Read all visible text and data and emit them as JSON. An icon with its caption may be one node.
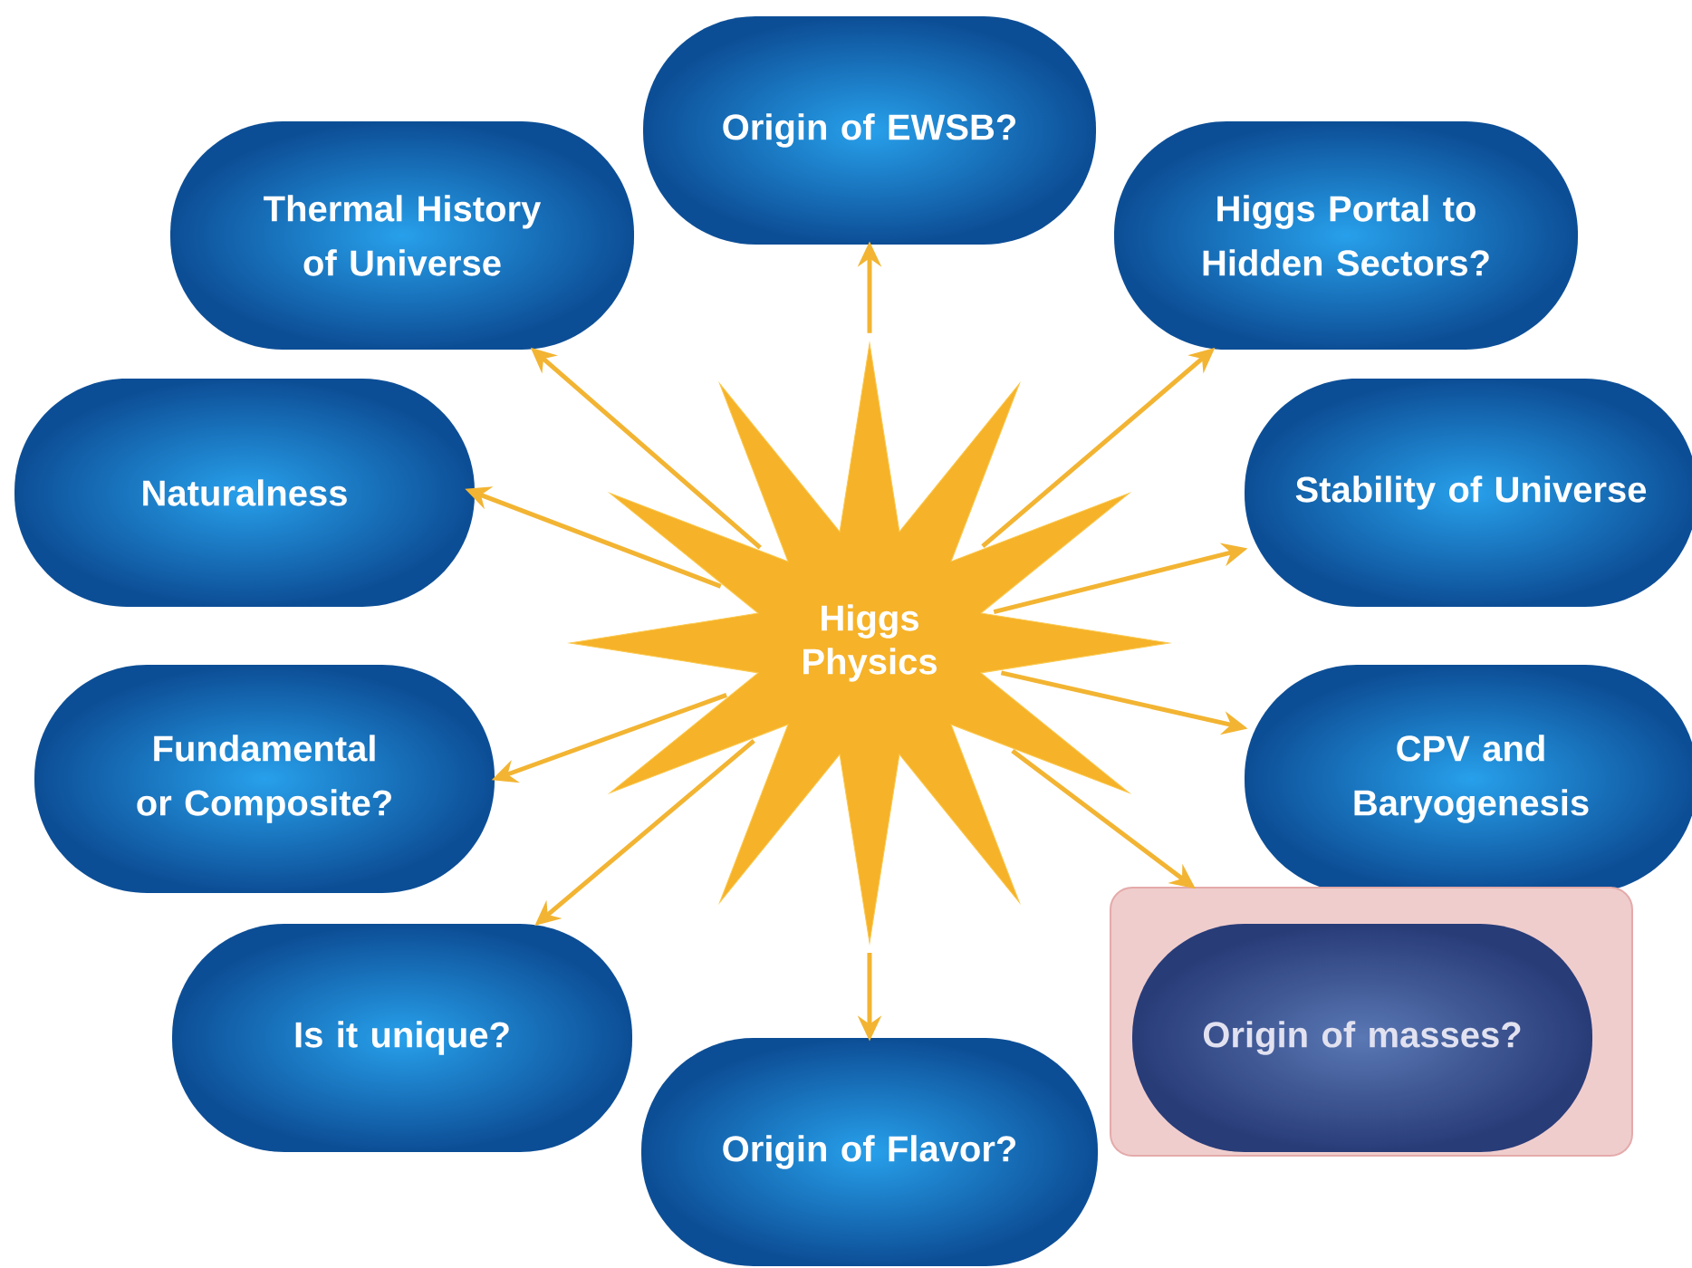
{
  "diagram": {
    "nodes": [
      {
        "text": [
          "Higgs Physics"
        ]
      },
      {
        "text": [
          "Origin of EWSB?"
        ]
      },
      {
        "text": [
          "Thermal History of Universe"
        ]
      },
      {
        "text": [
          "Higgs Portal to Hidden Sectors?"
        ]
      },
      {
        "text": [
          "Naturalness"
        ]
      },
      {
        "text": [
          "Stability of Universe"
        ]
      },
      {
        "text": [
          "Fundamental or Composite?"
        ]
      },
      {
        "text": [
          "CPV and Baryogenesis"
        ]
      },
      {
        "text": [
          "Is it unique?"
        ]
      },
      {
        "text": [],
        "shape": "box"
      },
      {
        "text": [
          "Origin of masses?"
        ],
        "in": 9
      },
      {
        "text": [
          "Origin of Flavor?"
        ]
      }
    ],
    "edges": [
      {
        "from": 0,
        "to": 1,
        "arrow": "to"
      },
      {
        "from": 0,
        "to": 2,
        "arrow": "to"
      },
      {
        "from": 0,
        "to": 3,
        "arrow": "to"
      },
      {
        "from": 0,
        "to": 4,
        "arrow": "to"
      },
      {
        "from": 0,
        "to": 5,
        "arrow": "to"
      },
      {
        "from": 0,
        "to": 6,
        "arrow": "to"
      },
      {
        "from": 0,
        "to": 7,
        "arrow": "to"
      },
      {
        "from": 0,
        "to": 8,
        "arrow": "to"
      },
      {
        "from": 0,
        "to": 9,
        "arrow": "to"
      },
      {
        "from": 0,
        "to": 11,
        "arrow": "to"
      }
    ]
  }
}
